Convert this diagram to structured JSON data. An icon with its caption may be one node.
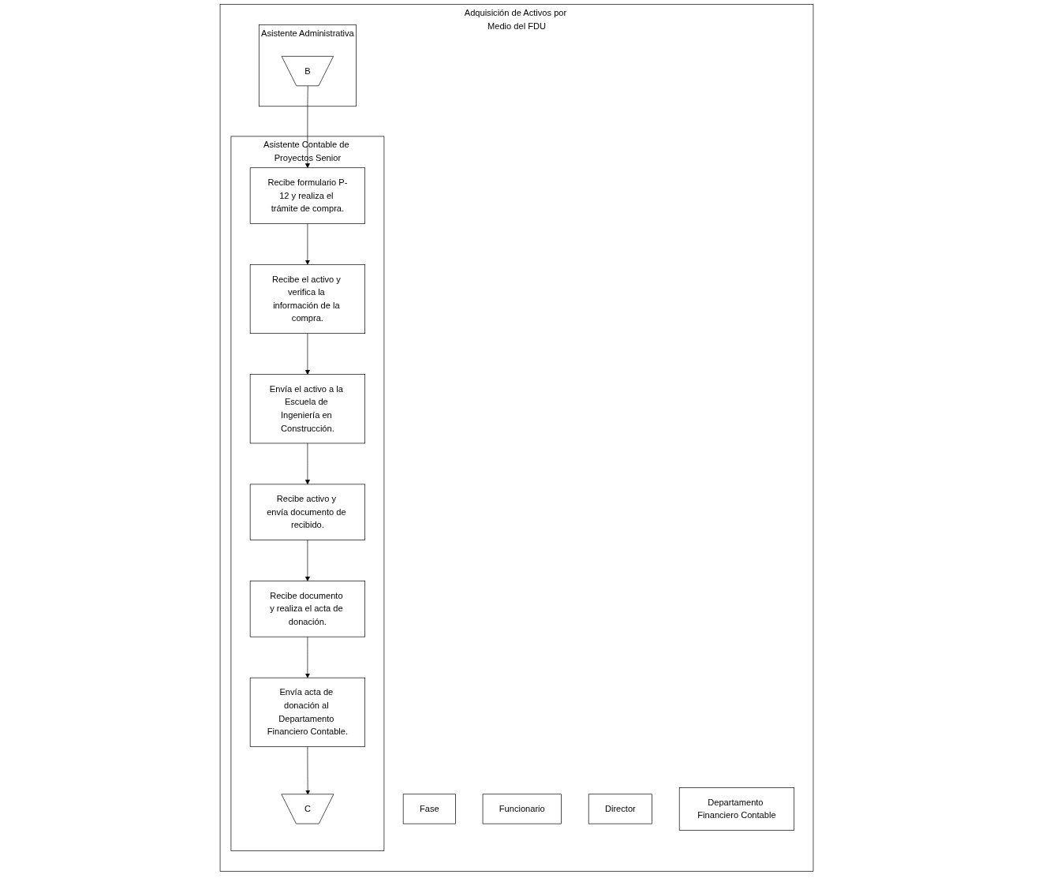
{
  "diagram": {
    "nodes": [
      {
        "text": [
          "Adquisición de Activos por Medio del FDU"
        ]
      },
      {
        "text": [
          "Fase"
        ],
        "in": 0
      },
      {
        "text": [
          "Funcionario"
        ],
        "in": 0
      },
      {
        "text": [
          "Director"
        ],
        "in": 0
      },
      {
        "text": [
          "Asistente Administrativa"
        ],
        "in": 0
      },
      {
        "text": [
          "Asistente Contable de Proyectos Senior"
        ],
        "in": 0
      },
      {
        "text": [
          "Departamento Financiero Contable"
        ],
        "in": 0
      },
      {
        "text": [
          "B"
        ],
        "in": 4
      },
      {
        "text": [
          "Recibe formulario P-12 y realiza el trámite de compra."
        ],
        "in": 5
      },
      {
        "text": [
          "Recibe el activo y verifica la información de la compra."
        ],
        "in": 5
      },
      {
        "text": [
          "Envía el activo a la Escuela de Ingeniería en Construcción."
        ],
        "in": 5
      },
      {
        "text": [
          "Recibe activo y envía documento de recibido."
        ],
        "in": 5
      },
      {
        "text": [
          "Recibe documento y realiza el acta de donación."
        ],
        "in": 5
      },
      {
        "text": [
          "Envía acta de donación al Departamento Financiero Contable."
        ],
        "in": 5
      },
      {
        "text": [
          "C"
        ],
        "in": 5
      }
    ],
    "edges": [
      {
        "from": 7,
        "to": 8,
        "arrow": "to"
      },
      {
        "from": 8,
        "to": 9,
        "arrow": "to"
      },
      {
        "from": 9,
        "to": 10,
        "arrow": "to"
      },
      {
        "from": 10,
        "to": 11,
        "arrow": "to"
      },
      {
        "from": 11,
        "to": 12,
        "arrow": "to"
      },
      {
        "from": 12,
        "to": 13,
        "arrow": "to"
      },
      {
        "from": 13,
        "to": 14,
        "arrow": "to"
      }
    ]
  }
}
